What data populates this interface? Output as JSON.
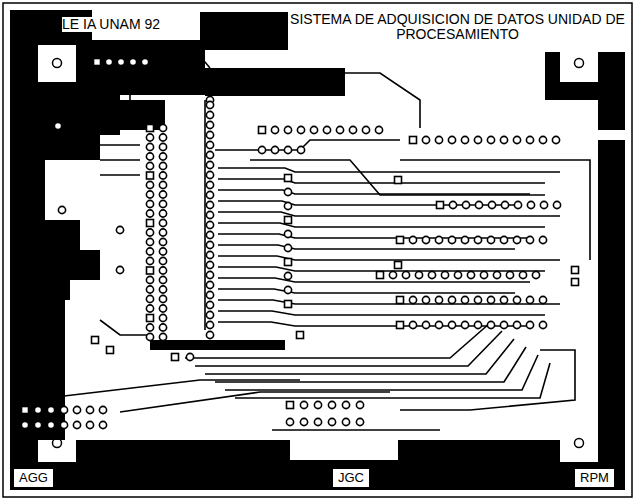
{
  "diagram": {
    "title": "SISTEMA DE ADQUISICION DE DATOS UNIDAD DE PROCESAMIENTO",
    "labels": [
      "LE IA UNAM 92",
      "AGG",
      "JGC",
      "RPM"
    ]
  }
}
